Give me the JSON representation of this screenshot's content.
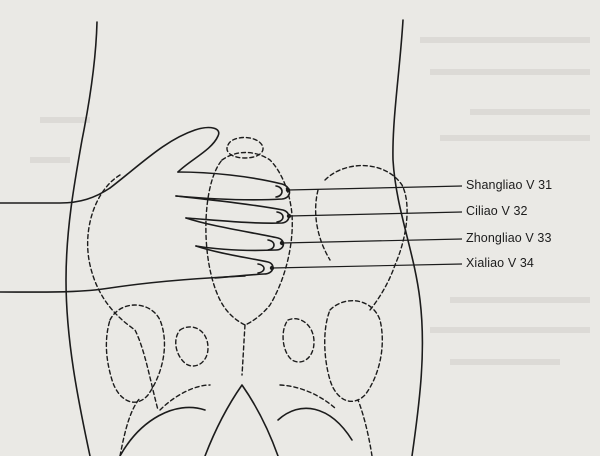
{
  "figure": {
    "background": "#eae9e5",
    "ink": "#1c1c1c",
    "points": [
      {
        "id": "shangliao",
        "name": "Shangliao",
        "code": "V 31"
      },
      {
        "id": "ciliao",
        "name": "Ciliao",
        "code": "V 32"
      },
      {
        "id": "zhongliao",
        "name": "Zhongliao",
        "code": "V 33"
      },
      {
        "id": "xialiao",
        "name": "Xialiao",
        "code": "V 34"
      }
    ]
  }
}
